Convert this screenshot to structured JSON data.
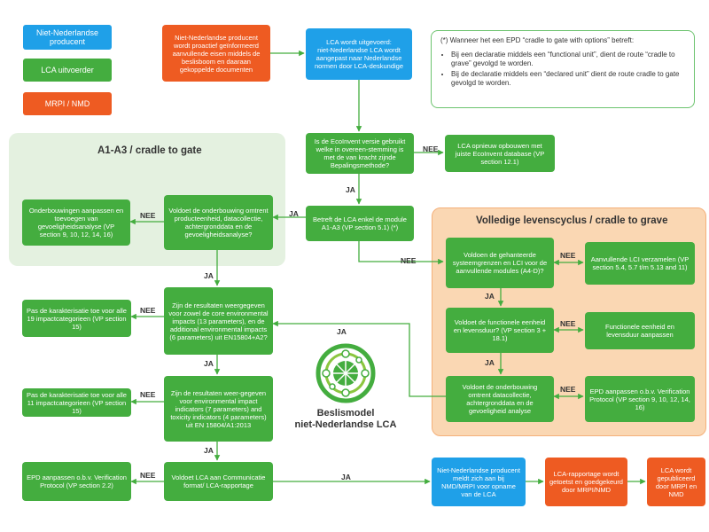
{
  "legend": [
    {
      "label": "Niet-Nederlandse\nproducent",
      "color": "#1fa0e8"
    },
    {
      "label": "LCA uitvoerder",
      "color": "#44ad3f"
    },
    {
      "label": "MRPI / NMD",
      "color": "#ee5b22"
    }
  ],
  "note": {
    "title": "(*) Wanneer het een EPD “cradle to gate with options” betreft:",
    "bullets": [
      "Bij een declaratie middels een “functional unit”, dient de route “cradle to grave” gevolgd te worden.",
      "Bij de declaratie middels een “declared unit” dient de route cradle to gate gevolgd te worden."
    ]
  },
  "regions": {
    "cradle_to_gate": "A1-A3 / cradle to gate",
    "cradle_to_grave": "Volledige levenscyclus / cradle to grave"
  },
  "boxes": {
    "producer_informed": "Niet-Nederlandse producent wordt proactief geïnformeerd aanvullende eisen middels de beslisboom en daaraan gekoppelde documenten",
    "lca_performed": "LCA wordt uitgevoerd:\nniet-Nederlandse LCA wordt aangepast naar Nederlandse normen door LCA-deskundige",
    "ecoinvent_check": "Is de EcoInvent versie gebruikt welke in overeen-stemming is met de van kracht zijnde Bepalingsmethode?",
    "ecoinvent_rebuild": "LCA opnieuw opbouwen met juiste EcoInvent database (VP section 12.1)",
    "module_a1a3": "Betreft de LCA enkel de module A1-A3 (VP section 5.1) (*)",
    "underpinning_a": "Voldoet de onderbouwing omtrent producteenheid, datacollectie, achtergronddata en de gevoeligheidsanalyse?",
    "underpinning_fix_a": "Onderbouwingen aanpassen en toevoegen van gevoeligheidsanalyse (VP section 9, 10, 12, 14, 16)",
    "system_bounds": "Voldoen de gehanteerde systeemgrenzen en LCI voor de aanvullende modules (A4-D)?",
    "lci_collect": "Aanvullende LCI verzamelen (VP section 5.4, 5.7 t/m 5.13 and 11)",
    "functional_unit": "Voldoet de functionele eenheid en levensduur? (VP section 3 + 18.1)",
    "functional_fix": "Functionele eenheid en levensduur aanpassen",
    "underpinning_b": "Voldoet de onderbouwing omtrent datacollectie, achtergronddata en de gevoeligheid analyse",
    "epd_adjust_b": "EPD aanpassen o.b.v. Verification Protocol (VP section 9, 10, 12, 14, 16)",
    "core_impacts": "Zijn de resultaten weergegeven voor zowel de core environmental impacts (13 parameters), en de additional environmental impacts (6 parameters) uit EN15804+A2?",
    "char_19": "Pas de karakterisatie toe voor alle 19 impactcategorieen (VP section 15)",
    "impact_indicators": "Zijn de resultaten weer-gegeven voor environmental impact indicators (7 parameters) and toxicity indicators (4 parameters) uit EN 15804/A1:2013",
    "char_11": "Pas de karakterisatie toe voor alle 11 impactcategorieen (VP section 15)",
    "comm_format": "Voldoet LCA aan Communicatie format/ LCA-rapportage",
    "epd_adjust_c": "EPD aanpassen o.b.v. Verification Protocol (VP section 2.2)",
    "producer_reports": "Niet-Nederlandse producent meldt zich aan bij NMD/MRPI voor opname van de LCA",
    "lca_tested": "LCA-rapportage wordt getoetst en goedgekeurd door MRPI/NMD",
    "lca_published": "LCA wordt gepubliceerd door MRPI en NMD"
  },
  "labels": {
    "yes": "JA",
    "no": "NEE"
  },
  "logo": {
    "title": "Beslismodel\nniet-Nederlandse LCA"
  }
}
